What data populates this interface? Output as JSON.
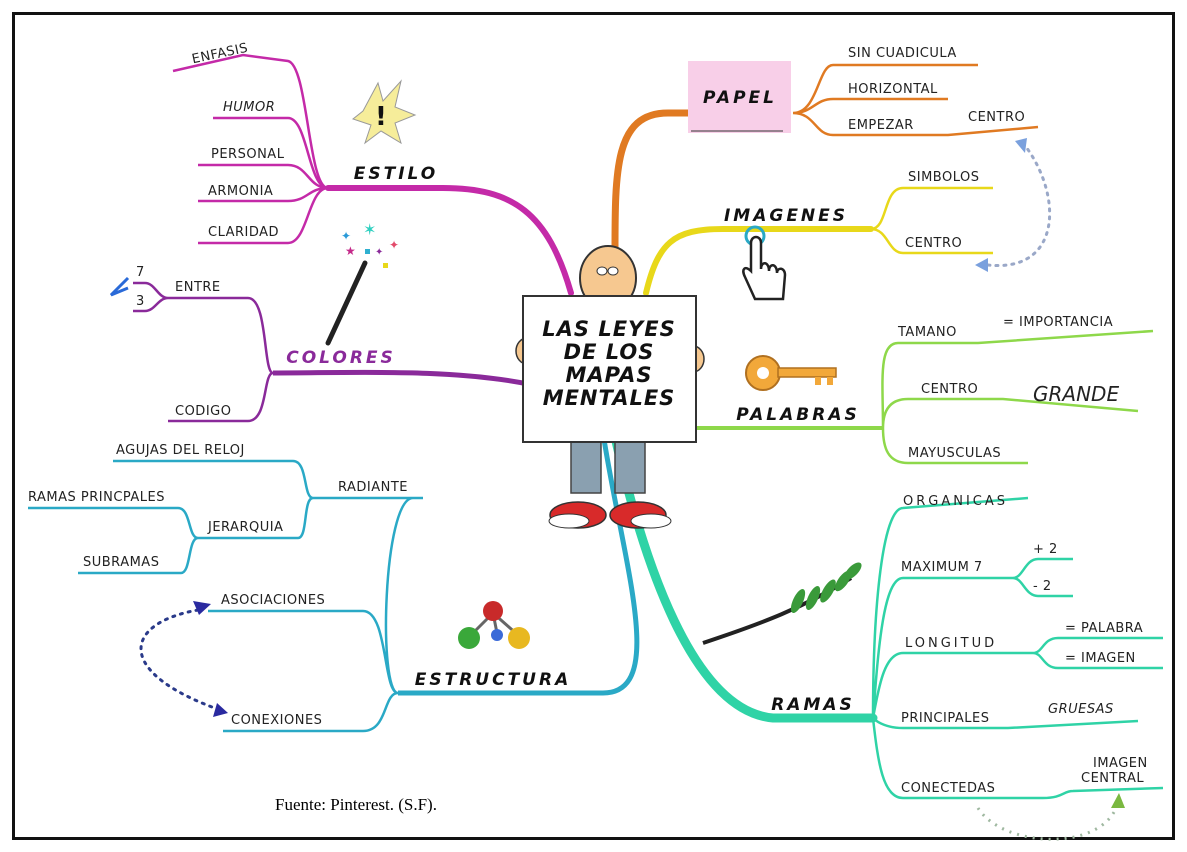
{
  "center": {
    "line1": "LAS LEYES",
    "line2": "DE LOS",
    "line3": "MAPAS",
    "line4": "MENTALES"
  },
  "papel": {
    "title": "PAPEL",
    "items": [
      "SIN CUADICULA",
      "HORIZONTAL",
      "EMPEZAR",
      "CENTRO"
    ]
  },
  "imagenes": {
    "title": "IMAGENES",
    "items": [
      "SIMBOLOS",
      "CENTRO"
    ]
  },
  "palabras": {
    "title": "PALABRAS",
    "items": [
      "TAMANO",
      "= IMPORTANCIA",
      "CENTRO",
      "GRANDE",
      "MAYUSCULAS"
    ]
  },
  "ramas": {
    "title": "RAMAS",
    "items": [
      "ORGANICAS",
      "MAXIMUM 7",
      "+ 2",
      "- 2",
      "LONGITUD",
      "= PALABRA",
      "= IMAGEN",
      "PRINCIPALES",
      "GRUESAS",
      "CONECTEDAS",
      "IMAGEN",
      "CENTRAL"
    ]
  },
  "estructura": {
    "title": "ESTRUCTURA",
    "items": [
      "RADIANTE",
      "AGUJAS DEL RELOJ",
      "JERARQUIA",
      "RAMAS PRINCPALES",
      "SUBRAMAS",
      "ASOCIACIONES",
      "CONEXIONES"
    ]
  },
  "colores": {
    "title": "COLORES",
    "items": [
      "ENTRE",
      "7",
      "3",
      "CODIGO"
    ]
  },
  "estilo": {
    "title": "ESTILO",
    "items": [
      "ENFASIS",
      "HUMOR",
      "PERSONAL",
      "ARMONIA",
      "CLARIDAD"
    ]
  },
  "source": "Fuente: Pinterest. (S.F).",
  "colors": {
    "papel": "#e07a22",
    "imagenes": "#e8d81a",
    "palabras": "#8ed84a",
    "ramas": "#2fd3a6",
    "estructura": "#2aa9c6",
    "colores": "#8a2a9a",
    "estilo": "#c42aa8"
  }
}
